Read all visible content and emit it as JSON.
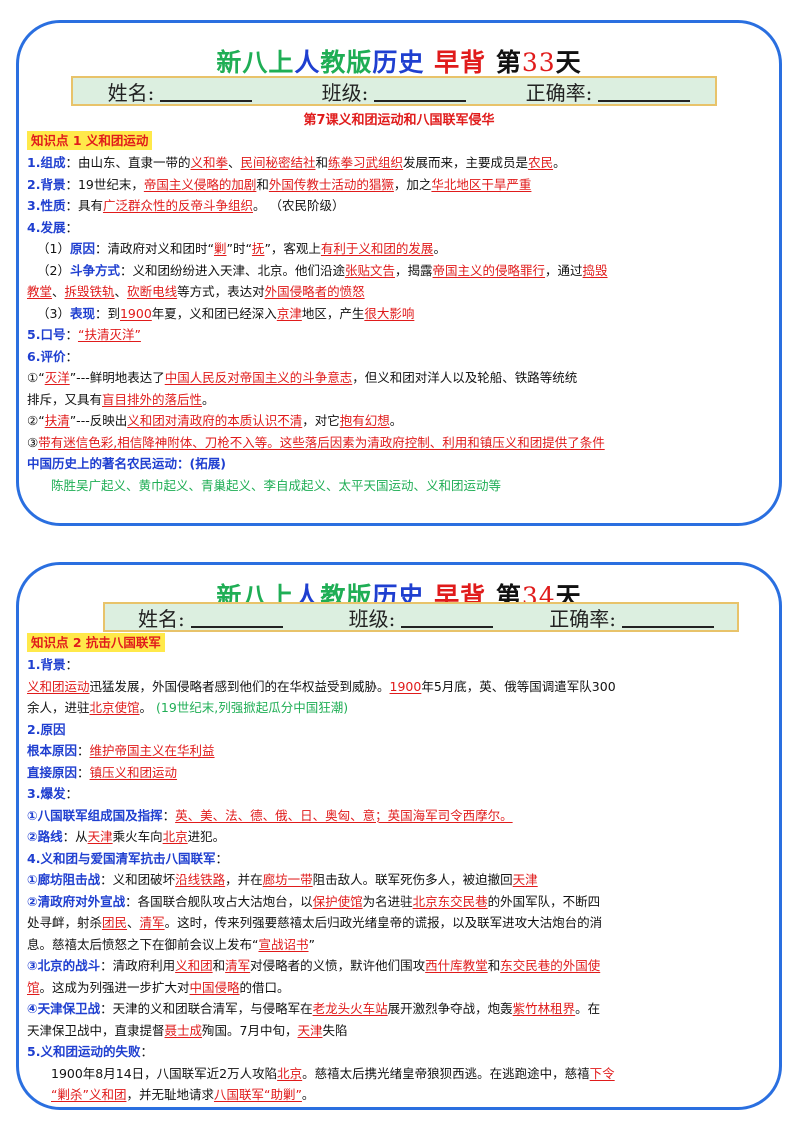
{
  "card1": {
    "title": {
      "a": "新八上",
      "b": "人",
      "c": "教版",
      "d": "历史",
      "e": "早背",
      "f": "第",
      "num": "33",
      "g": "天"
    },
    "namebar": {
      "name": "姓名:",
      "class": "班级:",
      "rate": "正确率:"
    },
    "subtitle": "第7课义和团运动和八国联军侵华",
    "kp": "知识点 1 义和团运动",
    "lines": [
      {
        "s": [
          {
            "k": "lbl",
            "t": "1.组成"
          },
          {
            "t": "：由山东、直隶一带的"
          },
          {
            "k": "u",
            "t": "义和拳"
          },
          {
            "t": "、"
          },
          {
            "k": "u",
            "t": "民间秘密结社"
          },
          {
            "t": "和"
          },
          {
            "k": "u",
            "t": "练拳习武组织"
          },
          {
            "t": "发展而来，主要成员是"
          },
          {
            "k": "u",
            "t": "农民"
          },
          {
            "t": "。"
          }
        ]
      },
      {
        "s": [
          {
            "k": "lbl",
            "t": "2.背景"
          },
          {
            "t": "：19世纪末，"
          },
          {
            "k": "u",
            "t": "帝国主义侵略的加剧"
          },
          {
            "t": "和"
          },
          {
            "k": "u",
            "t": "外国传教士活动的猖獗"
          },
          {
            "t": "，加之"
          },
          {
            "k": "u",
            "t": "华北地区干旱严重"
          }
        ]
      },
      {
        "s": [
          {
            "k": "lbl",
            "t": "3.性质"
          },
          {
            "t": "：具有"
          },
          {
            "k": "u",
            "t": "广泛群众性的反帝斗争组织"
          },
          {
            "t": "。 （农民阶级）"
          }
        ]
      },
      {
        "s": [
          {
            "k": "lbl",
            "t": "4.发展"
          },
          {
            "t": "："
          }
        ]
      },
      {
        "c": "ind",
        "s": [
          {
            "t": "（1）"
          },
          {
            "k": "lbl",
            "t": "原因"
          },
          {
            "t": "：清政府对义和团时“"
          },
          {
            "k": "u",
            "t": "剿"
          },
          {
            "t": "”时“"
          },
          {
            "k": "u",
            "t": "抚"
          },
          {
            "t": "”，客观上"
          },
          {
            "k": "u",
            "t": "有利于义和团的发展"
          },
          {
            "t": "。"
          }
        ]
      },
      {
        "c": "ind",
        "s": [
          {
            "t": "（2）"
          },
          {
            "k": "lbl",
            "t": "斗争方式"
          },
          {
            "t": "：义和团纷纷进入天津、北京。他们沿途"
          },
          {
            "k": "u",
            "t": "张贴文告"
          },
          {
            "t": "，揭露"
          },
          {
            "k": "u",
            "t": "帝国主义的侵略罪行"
          },
          {
            "t": "，通过"
          },
          {
            "k": "u",
            "t": "捣毁"
          }
        ]
      },
      {
        "s": [
          {
            "k": "u",
            "t": "教堂"
          },
          {
            "t": "、"
          },
          {
            "k": "u",
            "t": "拆毁铁轨"
          },
          {
            "t": "、"
          },
          {
            "k": "u",
            "t": "砍断电线"
          },
          {
            "t": "等方式，表达对"
          },
          {
            "k": "u",
            "t": "外国侵略者的愤怒"
          }
        ]
      },
      {
        "c": "ind",
        "s": [
          {
            "t": "（3）"
          },
          {
            "k": "lbl",
            "t": "表现"
          },
          {
            "t": "：到"
          },
          {
            "k": "u",
            "t": "1900"
          },
          {
            "t": "年夏，义和团已经深入"
          },
          {
            "k": "u",
            "t": "京津"
          },
          {
            "t": "地区，产生"
          },
          {
            "k": "u",
            "t": "很大影响"
          }
        ]
      },
      {
        "s": [
          {
            "k": "lbl",
            "t": "5.口号"
          },
          {
            "t": "："
          },
          {
            "k": "u",
            "t": "“扶清灭洋”"
          }
        ]
      },
      {
        "s": [
          {
            "k": "lbl",
            "t": "6.评价"
          },
          {
            "t": "："
          }
        ]
      },
      {
        "s": [
          {
            "t": "①“"
          },
          {
            "k": "u",
            "t": "灭洋"
          },
          {
            "t": "”---鲜明地表达了"
          },
          {
            "k": "u",
            "t": "中国人民反对帝国主义的斗争意志"
          },
          {
            "t": "，但义和团对洋人以及轮船、铁路等统统"
          }
        ]
      },
      {
        "s": [
          {
            "t": "排斥，又具有"
          },
          {
            "k": "u",
            "t": "盲目排外的落后性"
          },
          {
            "t": "。"
          }
        ]
      },
      {
        "s": [
          {
            "t": "②“"
          },
          {
            "k": "u",
            "t": "扶清"
          },
          {
            "t": "”---反映出"
          },
          {
            "k": "u",
            "t": "义和团对清政府的本质认识不清"
          },
          {
            "t": "，对它"
          },
          {
            "k": "u",
            "t": "抱有幻想"
          },
          {
            "t": "。"
          }
        ]
      },
      {
        "s": [
          {
            "t": "③"
          },
          {
            "k": "u",
            "t": "带有迷信色彩,相信降神附体、刀枪不入等。这些落后因素为清政府控制、利用和镇压义和团提供了条件"
          }
        ]
      },
      {
        "s": [
          {
            "k": "lbl",
            "t": "中国历史上的著名农民运动：(拓展)"
          }
        ]
      },
      {
        "c": "ind2",
        "s": [
          {
            "k": "green",
            "t": "陈胜吴广起义、黄巾起义、青巢起义、李自成起义、太平天国运动、义和团运动等"
          }
        ]
      }
    ]
  },
  "card2": {
    "title": {
      "a": "新八上",
      "b": "人",
      "c": "教版",
      "d": "历史",
      "e": "早背",
      "f": "第",
      "num": "34",
      "g": "天"
    },
    "namebar": {
      "name": "姓名:",
      "class": "班级:",
      "rate": "正确率:"
    },
    "kp": "知识点 2 抗击八国联军",
    "lines": [
      {
        "s": [
          {
            "k": "lbl",
            "t": "1.背景"
          },
          {
            "t": "："
          }
        ]
      },
      {
        "s": [
          {
            "k": "u",
            "t": "义和团运动"
          },
          {
            "t": "迅猛发展，外国侵略者感到他们的在华权益受到威胁。"
          },
          {
            "k": "u",
            "t": "1900"
          },
          {
            "t": "年5月底，英、俄等国调遣军队300"
          }
        ]
      },
      {
        "s": [
          {
            "t": "余人，进驻"
          },
          {
            "k": "u",
            "t": "北京使馆"
          },
          {
            "t": "。 "
          },
          {
            "k": "green",
            "t": "(19世纪末,列强掀起瓜分中国狂潮)"
          }
        ]
      },
      {
        "s": [
          {
            "k": "lbl",
            "t": "2.原因"
          }
        ]
      },
      {
        "s": [
          {
            "k": "lbl",
            "t": "根本原因"
          },
          {
            "t": "："
          },
          {
            "k": "u",
            "t": "维护帝国主义在华利益"
          }
        ]
      },
      {
        "s": [
          {
            "k": "lbl",
            "t": "直接原因"
          },
          {
            "t": "："
          },
          {
            "k": "u",
            "t": "镇压义和团运动"
          }
        ]
      },
      {
        "s": [
          {
            "k": "lbl",
            "t": "3.爆发"
          },
          {
            "t": "："
          }
        ]
      },
      {
        "s": [
          {
            "k": "lbl",
            "t": "①八国联军组成国及指挥"
          },
          {
            "t": "："
          },
          {
            "k": "u",
            "t": "英、美、法、德、俄、日、奥匈、意；英国海军司令西摩尔。"
          }
        ]
      },
      {
        "s": [
          {
            "k": "lbl",
            "t": "②路线"
          },
          {
            "t": "：从"
          },
          {
            "k": "u",
            "t": "天津"
          },
          {
            "t": "乘火车向"
          },
          {
            "k": "u",
            "t": "北京"
          },
          {
            "t": "进犯。"
          }
        ]
      },
      {
        "s": [
          {
            "k": "lbl",
            "t": "4.义和团与爱国清军抗击八国联军"
          },
          {
            "t": "："
          }
        ]
      },
      {
        "s": [
          {
            "k": "lbl",
            "t": "①廊坊阻击战"
          },
          {
            "t": "：义和团破坏"
          },
          {
            "k": "u",
            "t": "沿线铁路"
          },
          {
            "t": "，并在"
          },
          {
            "k": "u",
            "t": "廊坊一带"
          },
          {
            "t": "阻击敌人。联军死伤多人，被迫撤回"
          },
          {
            "k": "u",
            "t": "天津"
          }
        ]
      },
      {
        "s": [
          {
            "k": "lbl",
            "t": "②清政府对外宣战"
          },
          {
            "t": "：各国联合舰队攻占大沽炮台，以"
          },
          {
            "k": "u",
            "t": "保护使馆"
          },
          {
            "t": "为名进驻"
          },
          {
            "k": "u",
            "t": "北京东交民巷"
          },
          {
            "t": "的外国军队，不断四"
          }
        ]
      },
      {
        "s": [
          {
            "t": "处寻衅，射杀"
          },
          {
            "k": "u",
            "t": "团民"
          },
          {
            "t": "、"
          },
          {
            "k": "u",
            "t": "清军"
          },
          {
            "t": "。这时，传来列强要慈禧太后归政光绪皇帝的谎报，以及联军进攻大沽炮台的消"
          }
        ]
      },
      {
        "s": [
          {
            "t": "息。慈禧太后愤怒之下在御前会议上发布“"
          },
          {
            "k": "u",
            "t": "宣战诏书"
          },
          {
            "t": "”"
          }
        ]
      },
      {
        "s": [
          {
            "k": "lbl",
            "t": "③北京的战斗"
          },
          {
            "t": "：清政府利用"
          },
          {
            "k": "u",
            "t": "义和团"
          },
          {
            "t": "和"
          },
          {
            "k": "u",
            "t": "清军"
          },
          {
            "t": "对侵略者的义愤，默许他们围攻"
          },
          {
            "k": "u",
            "t": "西什库教堂"
          },
          {
            "t": "和"
          },
          {
            "k": "u",
            "t": "东交民巷的外国使"
          }
        ]
      },
      {
        "s": [
          {
            "k": "u",
            "t": "馆"
          },
          {
            "t": "。这成为列强进一步扩大对"
          },
          {
            "k": "u",
            "t": "中国侵略"
          },
          {
            "t": "的借口。"
          }
        ]
      },
      {
        "s": [
          {
            "k": "lbl",
            "t": "④天津保卫战"
          },
          {
            "t": "：天津的义和团联合清军，与侵略军在"
          },
          {
            "k": "u",
            "t": "老龙头火车站"
          },
          {
            "t": "展开激烈争夺战，炮轰"
          },
          {
            "k": "u",
            "t": "紫竹林租界"
          },
          {
            "t": "。在"
          }
        ]
      },
      {
        "s": [
          {
            "t": "天津保卫战中，直隶提督"
          },
          {
            "k": "u",
            "t": "聂士成"
          },
          {
            "t": "殉国。7月中旬，"
          },
          {
            "k": "u",
            "t": "天津"
          },
          {
            "t": "失陷"
          }
        ]
      },
      {
        "s": [
          {
            "k": "lbl",
            "t": "5.义和团运动的失败"
          },
          {
            "t": "："
          }
        ]
      },
      {
        "c": "ind2",
        "s": [
          {
            "t": "1900年8月14日，八国联军近2万人攻陷"
          },
          {
            "k": "u",
            "t": "北京"
          },
          {
            "t": "。慈禧太后携光绪皇帝狼狈西逃。在逃跑途中，慈禧"
          },
          {
            "k": "u",
            "t": "下令"
          }
        ]
      },
      {
        "c": "ind2",
        "s": [
          {
            "k": "u",
            "t": "“剿杀”义和团"
          },
          {
            "t": "，并无耻地请求"
          },
          {
            "k": "u",
            "t": "八国联军“助剿”"
          },
          {
            "t": "。"
          }
        ]
      }
    ]
  }
}
